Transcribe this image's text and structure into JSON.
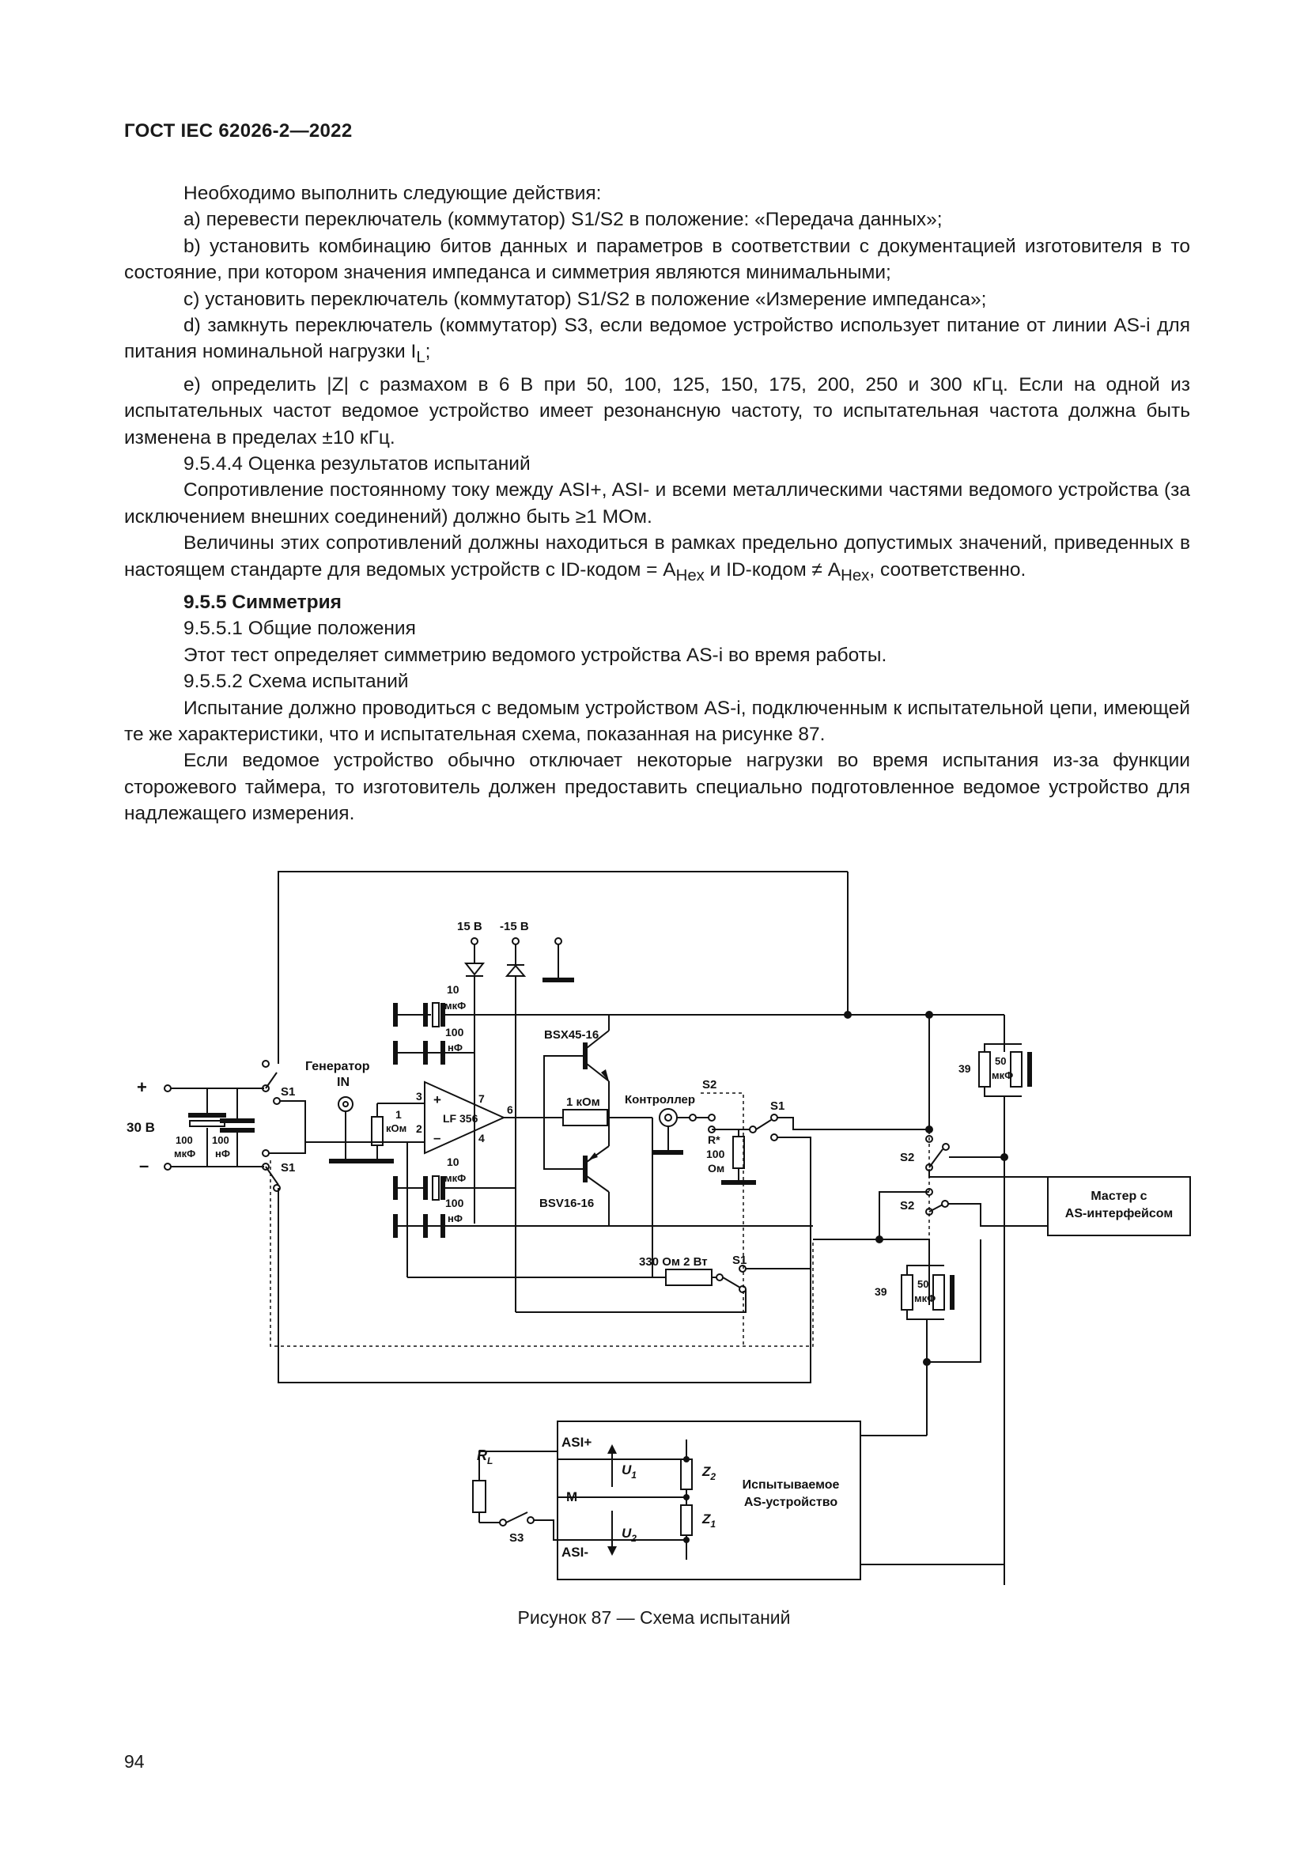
{
  "header": {
    "title": "ГОСТ IEC 62026-2—2022"
  },
  "paragraphs": [
    "Необходимо выполнить следующие действия:",
    "a) перевести переключатель (коммутатор) S1/S2 в положение: «Передача данных»;",
    "b) установить комбинацию битов данных и параметров в соответствии с документацией изготовителя в то состояние, при котором значения импеданса и симметрия являются минимальными;",
    "c) установить переключатель (коммутатор) S1/S2 в положение «Измерение импеданса»;",
    "d) замкнуть переключатель (коммутатор) S3, если ведомое устройство использует питание от линии AS-i для питания номинальной нагрузки I",
    "e) определить |Z| с размахом в 6 В при 50, 100, 125, 150, 175, 200, 250 и 300 кГц. Если на одной из испытательных частот ведомое устройство имеет резонансную частоту, то испытательная частота должна быть изменена в пределах ±10 кГц.",
    "9.5.4.4 Оценка результатов испытаний",
    "Сопротивление постоянному току между ASI+, ASI- и всеми металлическими частями ведомого устройства (за исключением внешних соединений) должно быть ≥1 МОм.",
    "Величины этих сопротивлений должны находиться в рамках предельно допустимых значений, приведенных в настоящем стандарте для ведомых устройств с ID-кодом = A",
    "9.5.5 Симметрия",
    "9.5.5.1 Общие положения",
    "Этот тест определяет симметрию ведомого устройства AS-i во время работы.",
    "9.5.5.2 Схема испытаний",
    "Испытание должно проводиться с ведомым устройством AS-i, подключенным к испытательной цепи, имеющей те же характеристики, что и испытательная схема, показанная на рисунке 87.",
    "Если ведомое устройство обычно отключает некоторые нагрузки во время испытания из-за функции сторожевого таймера, то изготовитель должен предоставить специально подготовленное ведомое устройство для надлежащего измерения."
  ],
  "inline": {
    "sub_L": "L",
    "tail_d": ";",
    "mid_8": " и ID-кодом ≠ A",
    "sub_hex": "Hex",
    "tail_8": ", соответственно."
  },
  "figure": {
    "caption": "Рисунок 87 — Схема испытаний",
    "labels": {
      "v15p": "15 В",
      "v15m": "-15 В",
      "c10a_1": "10",
      "c10a_2": "мкФ",
      "c100a_1": "100",
      "c100a_2": "нФ",
      "c10b_1": "10",
      "c10b_2": "мкФ",
      "c100b_1": "100",
      "c100b_2": "нФ",
      "gen_1": "Генератор",
      "gen_2": "IN",
      "plus": "+",
      "minus": "–",
      "v30": "30 В",
      "c100mkf_1": "100",
      "c100mkf_2": "мкФ",
      "c100nf_1": "100",
      "c100nf_2": "нФ",
      "s1a": "S1",
      "s1b": "S1",
      "s1c": "S1",
      "s1d": "S1",
      "s2a": "S2",
      "s2b": "S2",
      "s2c": "S2",
      "r1k_1": "1",
      "r1k_2": "кОм",
      "pin3": "3",
      "pin2": "2",
      "pin7": "7",
      "pin6": "6",
      "pin4": "4",
      "op_plus": "+",
      "op_minus": "–",
      "opamp": "LF 356",
      "bsx": "BSX45-16",
      "bsv": "BSV16-16",
      "r1kom": "1 кОм",
      "ctrl": "Контроллер",
      "rstar": "R*",
      "r100_1": "100",
      "r100_2": "Ом",
      "r330": "330 Ом 2 Вт",
      "r39a": "39",
      "l50a_1": "50",
      "l50a_2": "мкФ",
      "r39b": "39",
      "l50b_1": "50",
      "l50b_2": "мкФ",
      "master_1": "Мастер с",
      "master_2": "AS-интерфейсом",
      "asip": "ASI+",
      "m": "M",
      "asim": "ASI-",
      "u1": "U",
      "u1s": "1",
      "u2": "U",
      "u2s": "2",
      "z2": "Z",
      "z2s": "2",
      "z1": "Z",
      "z1s": "1",
      "dut_1": "Испытываемое",
      "dut_2": "AS-устройство",
      "rl": "R",
      "rls": "L",
      "s3": "S3"
    }
  },
  "page_number": "94"
}
